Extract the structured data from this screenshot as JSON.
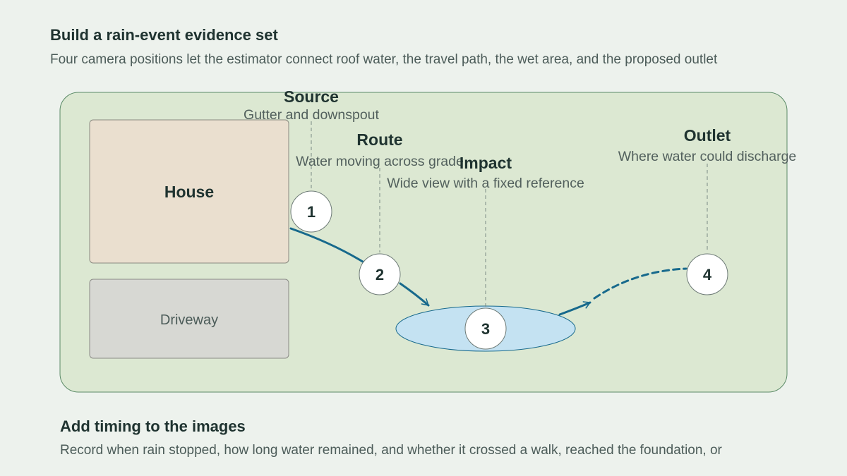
{
  "sections": {
    "evidence": {
      "title": "Build a rain-event evidence set",
      "description": "Four camera positions let the estimator connect roof water, the travel path, the wet area, and the proposed outlet"
    },
    "timing": {
      "title": "Add timing to the images",
      "description": "Record when rain stopped, how long water remained, and whether it crossed a walk, reached the foundation, or"
    }
  },
  "site_plan": {
    "house_label": "House",
    "driveway_label": "Driveway",
    "colors": {
      "lawn": "#dce8d2",
      "house": "#eadfcf",
      "driveway": "#d7d8d3",
      "pond": "#c4e2f2",
      "flow": "#17698c"
    }
  },
  "camera_positions": [
    {
      "number": "1",
      "title": "Source",
      "subtitle": "Gutter and downspout"
    },
    {
      "number": "2",
      "title": "Route",
      "subtitle": "Water moving across grade"
    },
    {
      "number": "3",
      "title": "Impact",
      "subtitle": "Wide view with a fixed reference"
    },
    {
      "number": "4",
      "title": "Outlet",
      "subtitle": "Where water could discharge"
    }
  ]
}
